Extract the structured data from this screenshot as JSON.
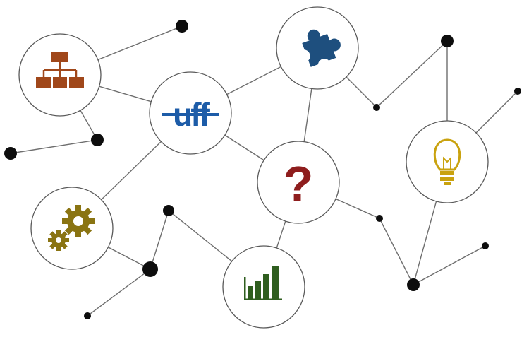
{
  "diagram": {
    "logo_text": "uff",
    "question_mark": "?",
    "nodes": [
      {
        "id": "hierarchy",
        "icon": "hierarchy-icon"
      },
      {
        "id": "uff",
        "icon": "uff-logo-icon"
      },
      {
        "id": "puzzle",
        "icon": "puzzle-piece-icon"
      },
      {
        "id": "question",
        "icon": "question-mark-icon"
      },
      {
        "id": "gears",
        "icon": "gears-icon"
      },
      {
        "id": "chart",
        "icon": "bar-chart-icon"
      },
      {
        "id": "lightbulb",
        "icon": "lightbulb-icon"
      }
    ]
  },
  "colors": {
    "hierarchy": "#a0471a",
    "uff": "#1d5ca8",
    "puzzle": "#1e4f7e",
    "question": "#8e1d1d",
    "gears": "#8a7412",
    "chart": "#2f5e1f",
    "lightbulb": "#c9a20f",
    "dot": "#0d0d0d",
    "line": "#6e6e6e"
  }
}
